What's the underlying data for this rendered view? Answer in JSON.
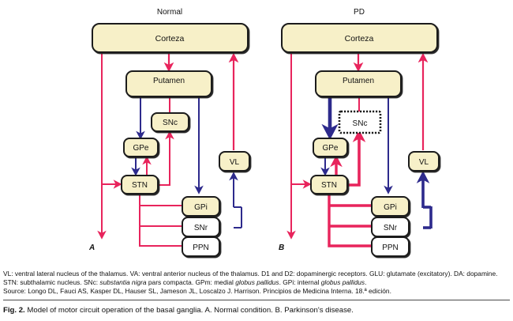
{
  "figure": {
    "panels": [
      {
        "id": "A",
        "letter": "A",
        "title": "Normal",
        "nodes": [
          {
            "key": "corteza",
            "label": "Corteza"
          },
          {
            "key": "putamen",
            "label": "Putamen"
          },
          {
            "key": "snc",
            "label": "SNc"
          },
          {
            "key": "gpe",
            "label": "GPe"
          },
          {
            "key": "stn",
            "label": "STN"
          },
          {
            "key": "vl",
            "label": "VL"
          },
          {
            "key": "gpi",
            "label": "GPi"
          },
          {
            "key": "snr",
            "label": "SNr"
          },
          {
            "key": "ppn",
            "label": "PPN"
          }
        ]
      },
      {
        "id": "B",
        "letter": "B",
        "title": "PD",
        "nodes": [
          {
            "key": "corteza",
            "label": "Corteza"
          },
          {
            "key": "putamen",
            "label": "Putamen"
          },
          {
            "key": "snc",
            "label": "SNc"
          },
          {
            "key": "gpe",
            "label": "GPe"
          },
          {
            "key": "stn",
            "label": "STN"
          },
          {
            "key": "vl",
            "label": "VL"
          },
          {
            "key": "gpi",
            "label": "GPi"
          },
          {
            "key": "snr",
            "label": "SNr"
          },
          {
            "key": "ppn",
            "label": "PPN"
          }
        ]
      }
    ],
    "colors": {
      "excitatory_red": "#e8245c",
      "inhibitory_blue": "#2d2a8c",
      "node_fill": "#f7f0c8",
      "node_fill_white": "#ffffff",
      "node_stroke": "#1a1a1a",
      "background": "#ffffff"
    },
    "legend_lines": [
      "VL: ventral lateral nucleus of the thalamus. VA: ventral anterior nucleus of the thalamus. D1 and D2: dopaminergic receptors. GLU: glutamate (excitatory). DA: dopamine. STN: subthalamic nucleus. SNc: substantia nigra pars compacta. GPm: medial globus pallidus. GPi: internal globus pallidus.",
      "Source: Longo DL, Fauci AS, Kasper DL, Hauser SL, Jameson JL, Loscalzo J. Harrison. Principios de Medicina Interna. 18.ª edición."
    ],
    "legend_parts": {
      "l1a": "VL: ventral lateral nucleus of the thalamus. VA: ventral anterior nucleus of the thalamus. D1 and D2: dopaminergic receptors. GLU: glutamate (excitatory). DA: dopamine. STN: subthalamic nucleus. SNc: ",
      "l1b": "substantia nigra",
      "l1c": " pars compacta. GPm: medial ",
      "l1d": "globus pallidus",
      "l1e": ". GPi: internal ",
      "l1f": "globus pallidus",
      "l1g": ".",
      "l2": "Source: Longo DL, Fauci AS, Kasper DL, Hauser SL, Jameson JL, Loscalzo J. Harrison. Principios de Medicina Interna. 18.ª edición."
    },
    "caption": {
      "label": "Fig. 2.",
      "text": "Model of motor circuit operation of the basal ganglia. A. Normal condition. B. Parkinson's disease."
    }
  }
}
